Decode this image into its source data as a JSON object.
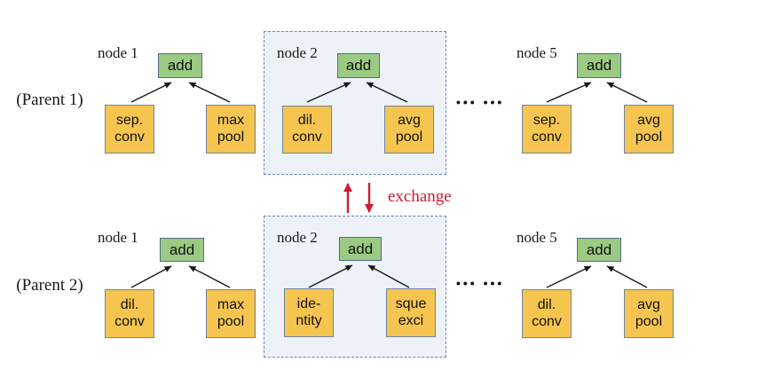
{
  "colors": {
    "op_box_fill": "#F5C54F",
    "op_box_border": "#6F82A8",
    "add_box_fill": "#9BCB82",
    "add_box_border": "#54698F",
    "node2_region_fill": "#EDF1F8",
    "node2_region_border": "#6C86C0",
    "exchange_red": "#CE1C2E",
    "arrow_black": "#1A1A1A"
  },
  "exchange": {
    "label": "exchange"
  },
  "ellipsis": {
    "text": "••• •••"
  },
  "parents": [
    {
      "label": "(Parent 1)",
      "nodes": [
        {
          "label": "node 1",
          "add_label": "add",
          "ops": [
            {
              "line1": "sep.",
              "line2": "conv"
            },
            {
              "line1": "max",
              "line2": "pool"
            }
          ]
        },
        {
          "label": "node 2",
          "add_label": "add",
          "highlighted": true,
          "ops": [
            {
              "line1": "dil.",
              "line2": "conv"
            },
            {
              "line1": "avg",
              "line2": "pool"
            }
          ]
        },
        {
          "label": "node 5",
          "add_label": "add",
          "ops": [
            {
              "line1": "sep.",
              "line2": "conv"
            },
            {
              "line1": "avg",
              "line2": "pool"
            }
          ]
        }
      ]
    },
    {
      "label": "(Parent 2)",
      "nodes": [
        {
          "label": "node 1",
          "add_label": "add",
          "ops": [
            {
              "line1": "dil.",
              "line2": "conv"
            },
            {
              "line1": "max",
              "line2": "pool"
            }
          ]
        },
        {
          "label": "node 2",
          "add_label": "add",
          "highlighted": true,
          "ops": [
            {
              "line1": "ide-",
              "line2": "ntity"
            },
            {
              "line1": "sque",
              "line2": "exci"
            }
          ]
        },
        {
          "label": "node 5",
          "add_label": "add",
          "ops": [
            {
              "line1": "dil.",
              "line2": "conv"
            },
            {
              "line1": "avg",
              "line2": "pool"
            }
          ]
        }
      ]
    }
  ]
}
